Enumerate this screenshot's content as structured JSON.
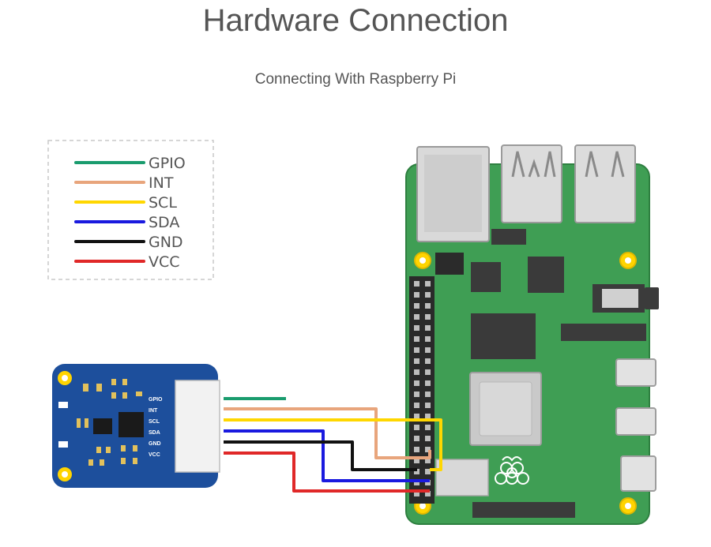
{
  "page": {
    "title": "Hardware Connection",
    "subtitle": "Connecting With Raspberry Pi"
  },
  "legend": {
    "items": [
      {
        "label": "GPIO",
        "color": "#1a9c6e"
      },
      {
        "label": "INT",
        "color": "#e8a57c"
      },
      {
        "label": "SCL",
        "color": "#ffd700"
      },
      {
        "label": "SDA",
        "color": "#1a1adf"
      },
      {
        "label": "GND",
        "color": "#111111"
      },
      {
        "label": "VCC",
        "color": "#e02828"
      }
    ]
  },
  "module": {
    "board_color": "#1d4f9c",
    "pins": [
      "GPIO",
      "INT",
      "SCL",
      "SDA",
      "GND",
      "VCC"
    ]
  },
  "raspberry_pi": {
    "board_color": "#3f9e54",
    "logo_icon": "raspberry-logo-icon"
  }
}
